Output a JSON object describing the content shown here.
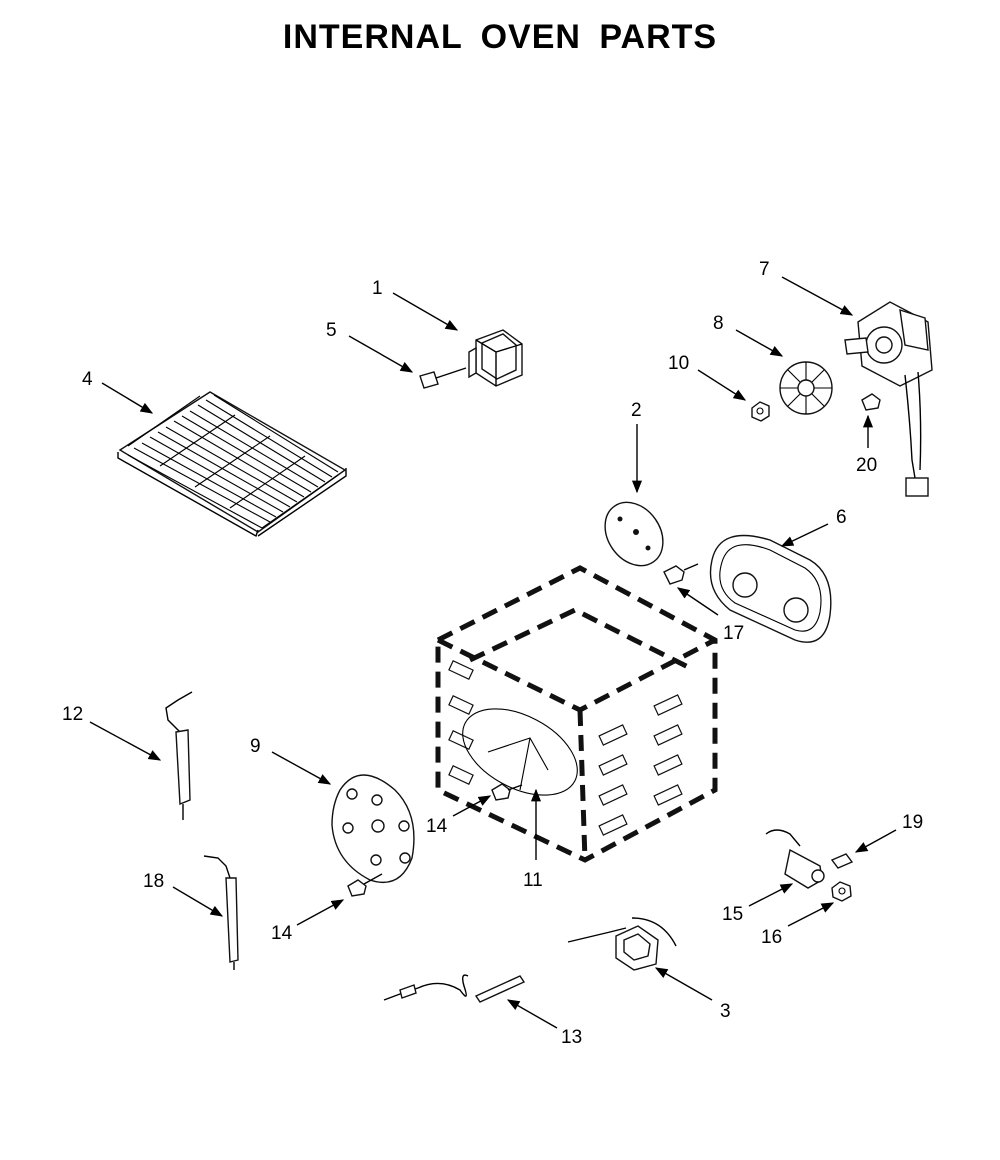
{
  "title": "INTERNAL OVEN PARTS",
  "callouts": [
    {
      "id": "c1",
      "label": "1"
    },
    {
      "id": "c2",
      "label": "2"
    },
    {
      "id": "c3",
      "label": "3"
    },
    {
      "id": "c4",
      "label": "4"
    },
    {
      "id": "c5",
      "label": "5"
    },
    {
      "id": "c6",
      "label": "6"
    },
    {
      "id": "c7",
      "label": "7"
    },
    {
      "id": "c8",
      "label": "8"
    },
    {
      "id": "c9",
      "label": "9"
    },
    {
      "id": "c10",
      "label": "10"
    },
    {
      "id": "c11",
      "label": "11"
    },
    {
      "id": "c12",
      "label": "12"
    },
    {
      "id": "c13",
      "label": "13"
    },
    {
      "id": "c14a",
      "label": "14"
    },
    {
      "id": "c14b",
      "label": "14"
    },
    {
      "id": "c15",
      "label": "15"
    },
    {
      "id": "c16",
      "label": "16"
    },
    {
      "id": "c17",
      "label": "17"
    },
    {
      "id": "c18",
      "label": "18"
    },
    {
      "id": "c19",
      "label": "19"
    },
    {
      "id": "c20",
      "label": "20"
    }
  ]
}
